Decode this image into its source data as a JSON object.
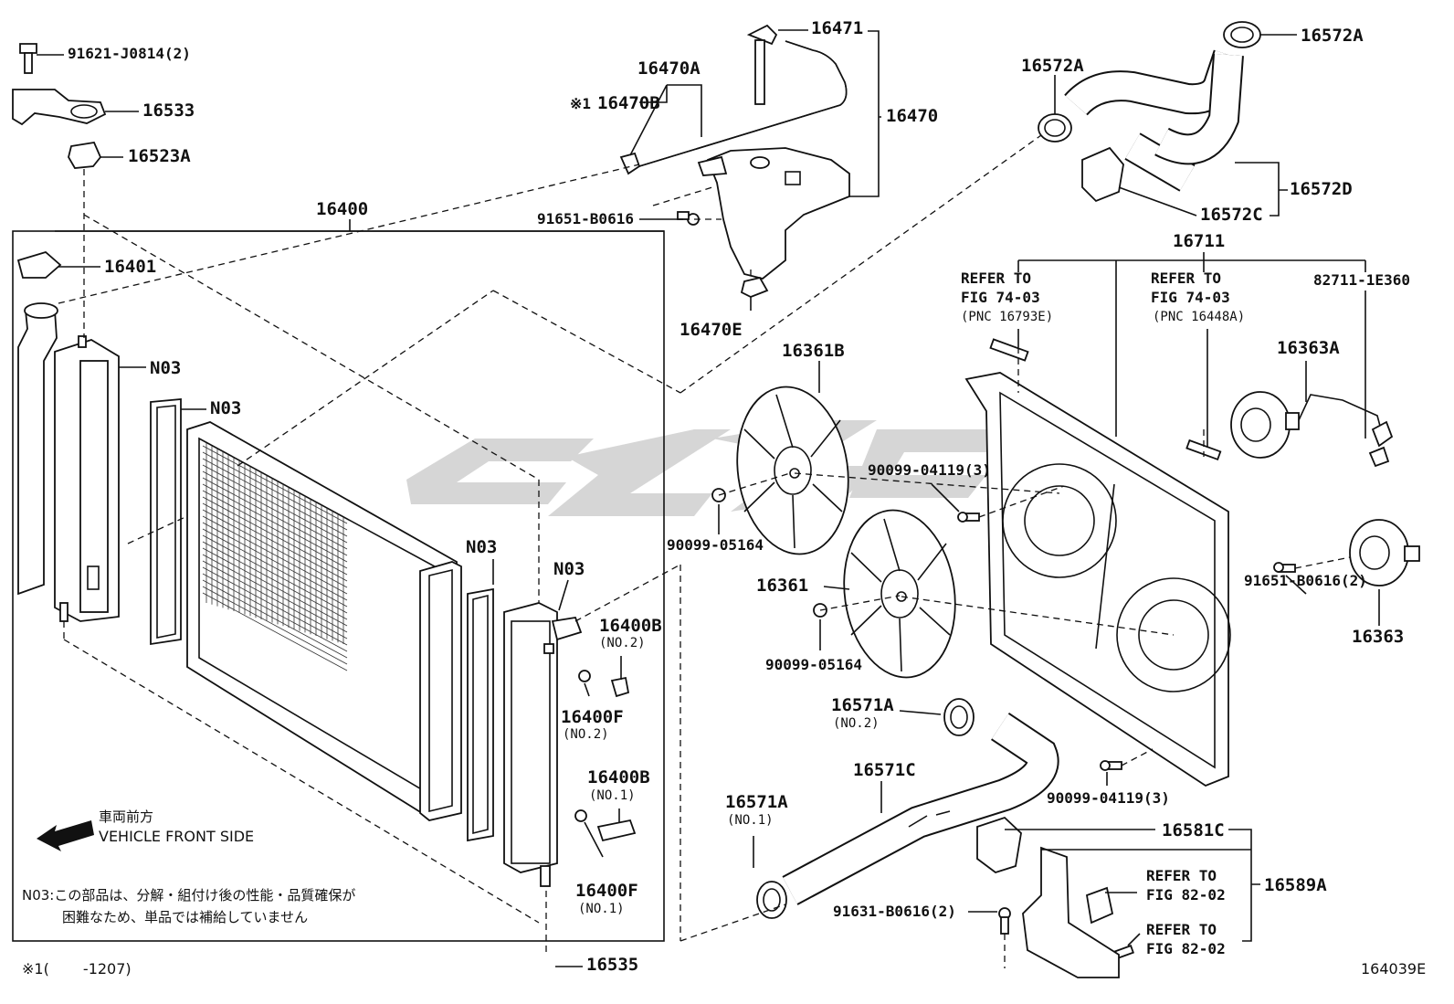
{
  "labels": {
    "p91621": "91621-J0814(2)",
    "p16533": "16533",
    "p16523A": "16523A",
    "p16400": "16400",
    "p16401": "16401",
    "p16470A": "16470A",
    "p16470B": "16470B",
    "mark1": "※1",
    "p16471": "16471",
    "p16470": "16470",
    "p91651a": "91651-B0616",
    "p16470E": "16470E",
    "p16572A_top": "16572A",
    "p16572A_left": "16572A",
    "p16572D": "16572D",
    "p16572C": "16572C",
    "p16711": "16711",
    "ref1_line1": "REFER TO",
    "ref1_line2": "FIG 74-03",
    "ref1_pnc": "(PNC 16793E)",
    "ref2_line1": "REFER TO",
    "ref2_line2": "FIG 74-03",
    "ref2_pnc": "(PNC 16448A)",
    "p82711": "82711-1E360",
    "p16361B": "16361B",
    "p16363A": "16363A",
    "p90099_04119a": "90099-04119(3)",
    "p90099_05164a": "90099-05164",
    "p16361": "16361",
    "p90099_05164b": "90099-05164",
    "p91651b": "91651-B0616(2)",
    "p16363": "16363",
    "n03_a": "N03",
    "n03_b": "N03",
    "n03_c": "N03",
    "n03_d": "N03",
    "p16400B_a": "16400B",
    "no2_a": "(NO.2)",
    "p16400F_a": "16400F",
    "no2_b": "(NO.2)",
    "p16400B_b": "16400B",
    "no1_a": "(NO.1)",
    "p16400F_b": "16400F",
    "no1_b": "(NO.1)",
    "p16571A_a": "16571A",
    "no2_c": "(NO.2)",
    "p16571C": "16571C",
    "p16571A_b": "16571A",
    "no1_c": "(NO.1)",
    "p90099_04119b": "90099-04119(3)",
    "p16581C": "16581C",
    "p16589A": "16589A",
    "ref3_line1": "REFER TO",
    "ref3_line2": "FIG 82-02",
    "ref4_line1": "REFER TO",
    "ref4_line2": "FIG 82-02",
    "p91631": "91631-B0616(2)",
    "p16535": "16535",
    "front_jp": "車両前方",
    "front_en": "VEHICLE FRONT SIDE",
    "note_line1": "N03:この部品は、分解・組付け後の性能・品質確保が",
    "note_line2": "困難なため、単品では補給していません",
    "footnote": "※1(　　 -1207)",
    "figure_id": "164039E"
  },
  "colors": {
    "line": "#111111",
    "watermark": "#c8c8c8",
    "background": "#ffffff"
  },
  "icons": {
    "front_arrow": "arrow-left-icon"
  }
}
